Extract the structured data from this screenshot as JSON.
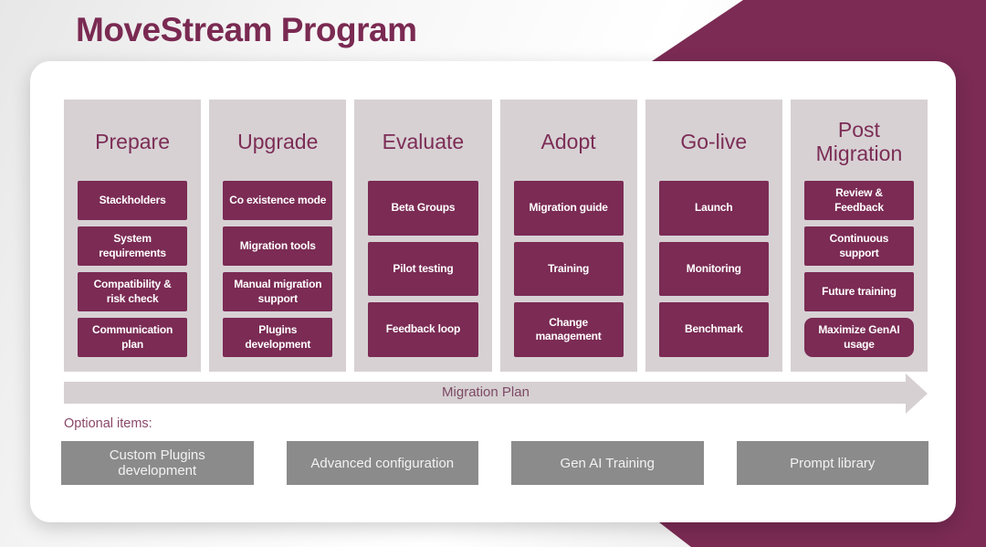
{
  "title": "MoveStream Program",
  "phases": [
    {
      "label": "Prepare",
      "items": [
        "Stackholders",
        "System requirements",
        "Compatibility & risk check",
        "Communication plan"
      ]
    },
    {
      "label": "Upgrade",
      "items": [
        "Co existence mode",
        "Migration tools",
        "Manual migration support",
        "Plugins development"
      ]
    },
    {
      "label": "Evaluate",
      "items": [
        "Beta Groups",
        "Pilot testing",
        "Feedback loop"
      ]
    },
    {
      "label": "Adopt",
      "items": [
        "Migration guide",
        "Training",
        "Change management"
      ]
    },
    {
      "label": "Go-live",
      "items": [
        "Launch",
        "Monitoring",
        "Benchmark"
      ]
    },
    {
      "label": "Post Migration",
      "items": [
        "Review & Feedback",
        "Continuous support",
        "Future training",
        "Maximize GenAI usage"
      ]
    }
  ],
  "arrow": {
    "label": "Migration Plan"
  },
  "optional": {
    "label": "Optional items:",
    "items": [
      "Custom Plugins development",
      "Advanced configuration",
      "Gen AI Training",
      "Prompt library"
    ]
  },
  "colors": {
    "accent": "#7b2b54",
    "title_text": "#7a2a52",
    "column_bg": "#d7d1d4",
    "arrow_bar": "#d6d0d2",
    "arrow_text": "#7c4a65",
    "optional_box": "#8b8b8b",
    "card_bg": "#ffffff"
  }
}
